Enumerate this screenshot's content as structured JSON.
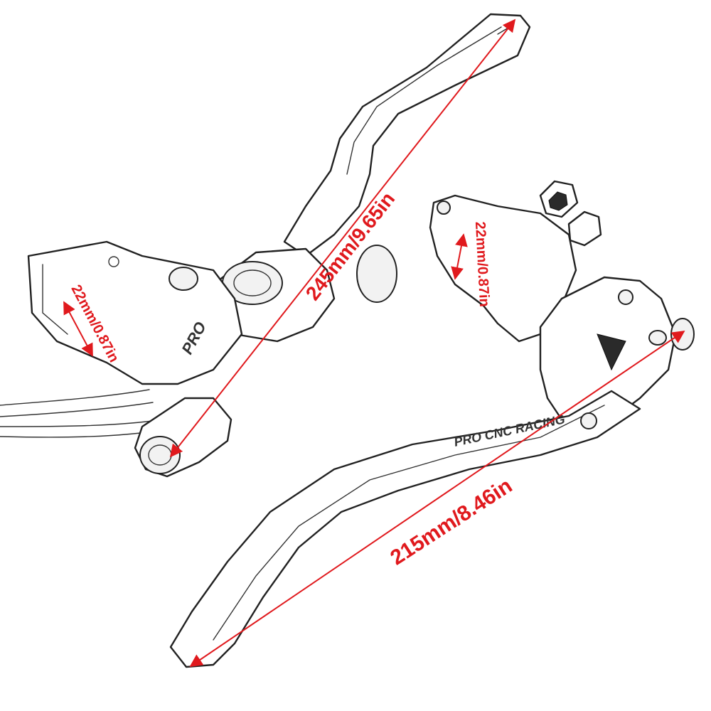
{
  "image": {
    "subject": "motorcycle clutch and brake lever assembly, line-art product drawing",
    "colors": {
      "background": "#ffffff",
      "line_art": "#222222",
      "dimension": "#e0191d"
    }
  },
  "dimensions": [
    {
      "id": "left-lever-length",
      "label": "245mm/9.65in"
    },
    {
      "id": "left-clamp-diameter",
      "label": "22mm/0.87in"
    },
    {
      "id": "right-clamp-diameter",
      "label": "22mm/0.87in"
    },
    {
      "id": "right-lever-length",
      "label": "215mm/8.46in"
    }
  ]
}
